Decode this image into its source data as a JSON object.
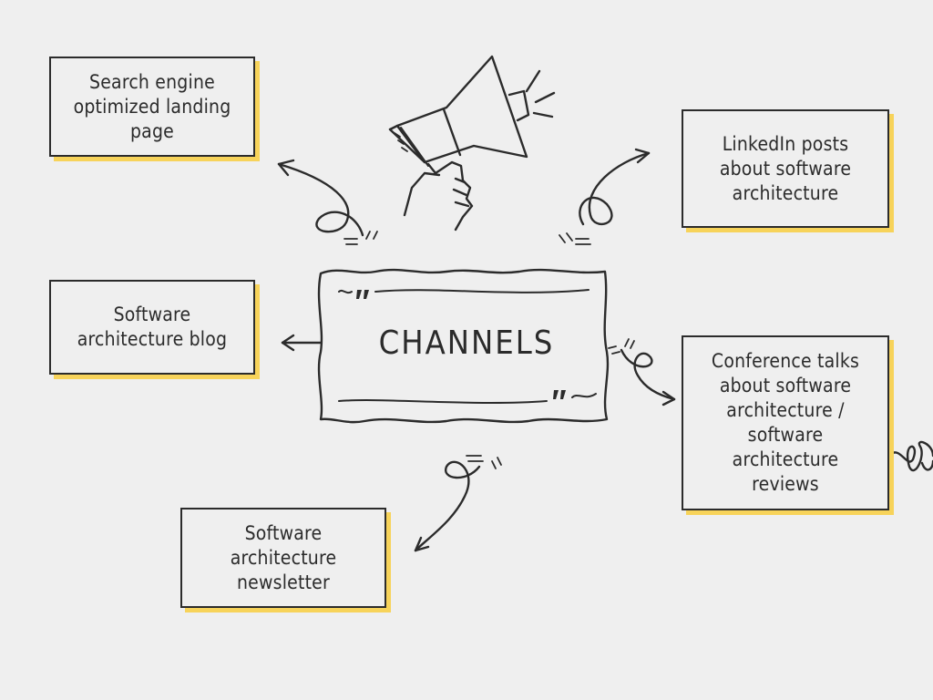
{
  "center": {
    "title": "CHANNELS"
  },
  "channels": [
    {
      "id": "seo",
      "label": "Search engine\noptimized landing\npage"
    },
    {
      "id": "linkedin",
      "label": "LinkedIn posts\nabout software\narchitecture"
    },
    {
      "id": "blog",
      "label": "Software\narchitecture blog"
    },
    {
      "id": "conference",
      "label": "Conference talks\nabout software\narchitecture /\nsoftware\narchitecture\nreviews"
    },
    {
      "id": "newsletter",
      "label": "Software\narchitecture\nnewsletter"
    }
  ],
  "colors": {
    "background": "#efefef",
    "ink": "#2b2b2b",
    "highlight": "#f7d35a"
  },
  "icons": [
    "megaphone-icon",
    "arrow-icon",
    "quote-mark-icon",
    "spring-doodle-icon"
  ]
}
